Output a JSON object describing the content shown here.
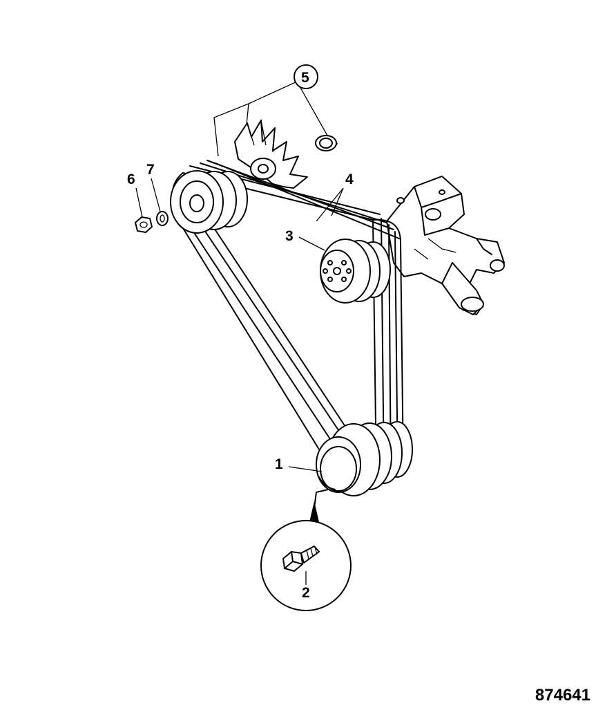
{
  "callouts": {
    "c1": "1",
    "c2": "2",
    "c3": "3",
    "c4": "4",
    "c5": "5",
    "c6": "6",
    "c7": "7"
  },
  "figure_number": "874641",
  "parts": {
    "crank_pulley": "pulley-icon",
    "bolt": "bolt-icon",
    "water_pump_pulley": "pulley-icon",
    "belts": "belt-icon",
    "fan": "fan-icon",
    "spacer": "spacer-icon",
    "nut": "nut-icon",
    "washer": "washer-icon"
  }
}
